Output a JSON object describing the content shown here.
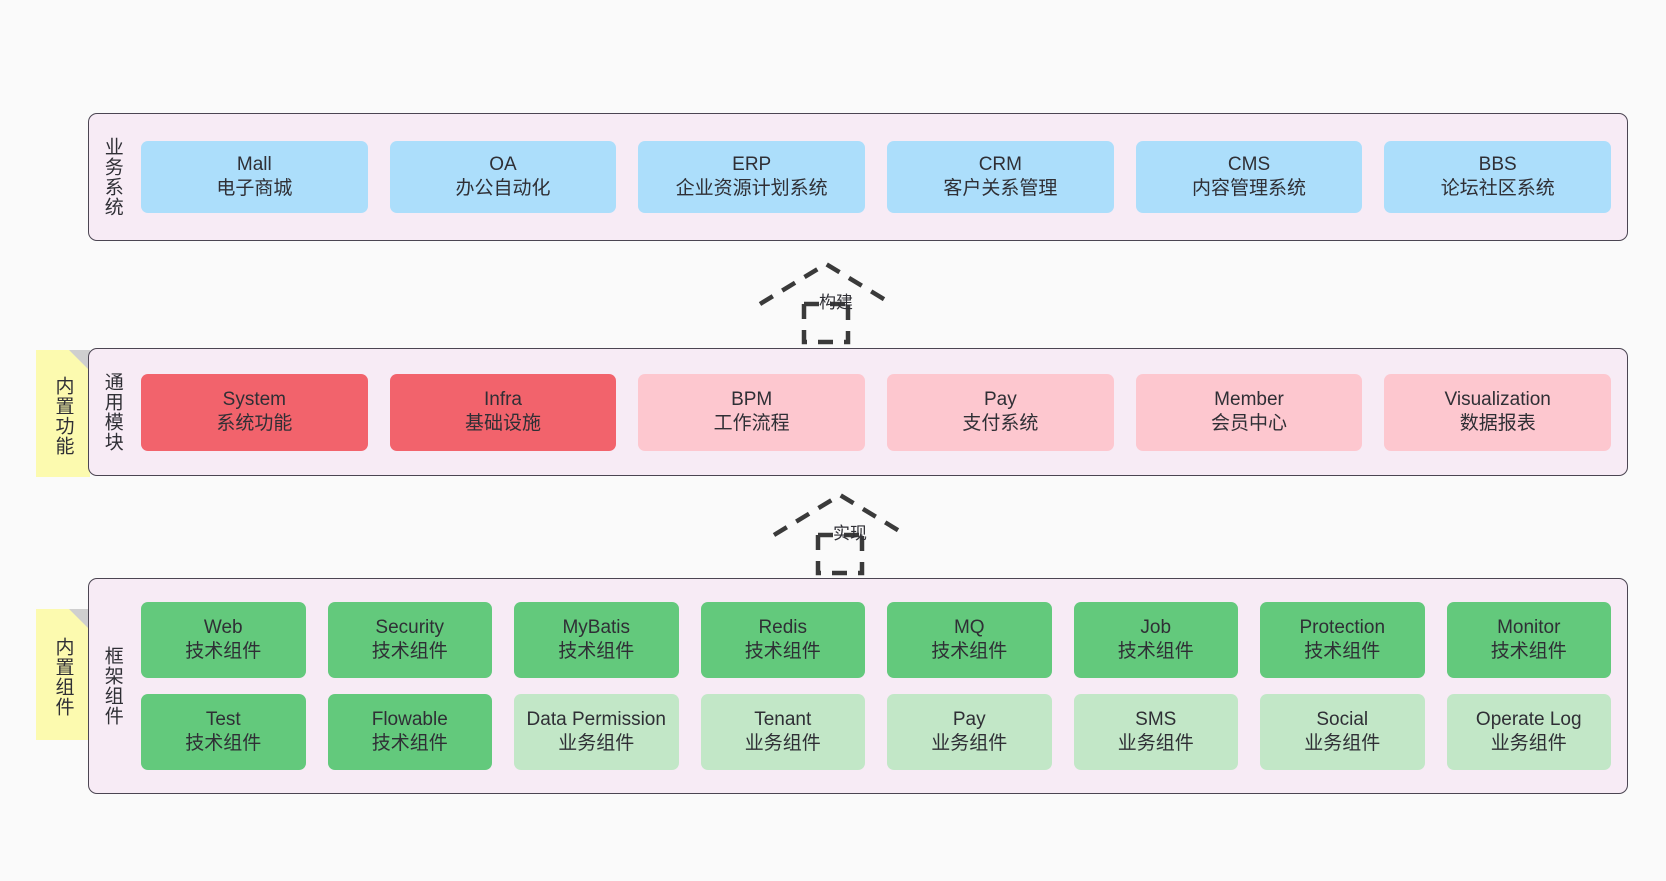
{
  "diagram": {
    "title": "",
    "background": "#FAFAFA",
    "colors": {
      "panel_bg": "#F7EBF5",
      "panel_border": "#4B4552",
      "business_box": "#ACDEFB",
      "module_active": "#F2636C",
      "module_plain": "#FDC7CF",
      "tech_component": "#63C97C",
      "biz_component": "#C2E7C7",
      "sticky_note": "#FCFAAF",
      "sticky_fold": "#CFCFCF"
    }
  },
  "layers": {
    "business": {
      "label": "业务系统",
      "rows": [
        {
          "cells": [
            {
              "en": "Mall",
              "cn": "电子商城"
            },
            {
              "en": "OA",
              "cn": "办公自动化"
            },
            {
              "en": "ERP",
              "cn": "企业资源计划系统"
            },
            {
              "en": "CRM",
              "cn": "客户关系管理"
            },
            {
              "en": "CMS",
              "cn": "内容管理系统"
            },
            {
              "en": "BBS",
              "cn": "论坛社区系统"
            }
          ]
        }
      ]
    },
    "common": {
      "label": "通用模块",
      "note": "内置功能",
      "rows": [
        {
          "cells": [
            {
              "en": "System",
              "cn": "系统功能"
            },
            {
              "en": "Infra",
              "cn": "基础设施"
            },
            {
              "en": "BPM",
              "cn": "工作流程"
            },
            {
              "en": "Pay",
              "cn": "支付系统"
            },
            {
              "en": "Member",
              "cn": "会员中心"
            },
            {
              "en": "Visualization",
              "cn": "数据报表"
            }
          ]
        }
      ]
    },
    "framework": {
      "label": "框架组件",
      "note": "内置组件",
      "rows": [
        {
          "cells": [
            {
              "en": "Web",
              "cn": "技术组件"
            },
            {
              "en": "Security",
              "cn": "技术组件"
            },
            {
              "en": "MyBatis",
              "cn": "技术组件"
            },
            {
              "en": "Redis",
              "cn": "技术组件"
            },
            {
              "en": "MQ",
              "cn": "技术组件"
            },
            {
              "en": "Job",
              "cn": "技术组件"
            },
            {
              "en": "Protection",
              "cn": "技术组件"
            },
            {
              "en": "Monitor",
              "cn": "技术组件"
            }
          ]
        },
        {
          "cells": [
            {
              "en": "Test",
              "cn": "技术组件"
            },
            {
              "en": "Flowable",
              "cn": "技术组件"
            },
            {
              "en": "Data Permission",
              "cn": "业务组件"
            },
            {
              "en": "Tenant",
              "cn": "业务组件"
            },
            {
              "en": "Pay",
              "cn": "业务组件"
            },
            {
              "en": "SMS",
              "cn": "业务组件"
            },
            {
              "en": "Social",
              "cn": "业务组件"
            },
            {
              "en": "Operate Log",
              "cn": "业务组件"
            }
          ]
        }
      ]
    }
  },
  "connectors": [
    {
      "id": "build",
      "label": "构建",
      "from": "common",
      "to": "business",
      "style": "dashed-hollow-triangle-up"
    },
    {
      "id": "implement",
      "label": "实现",
      "from": "framework",
      "to": "common",
      "style": "dashed-hollow-triangle-up"
    }
  ]
}
